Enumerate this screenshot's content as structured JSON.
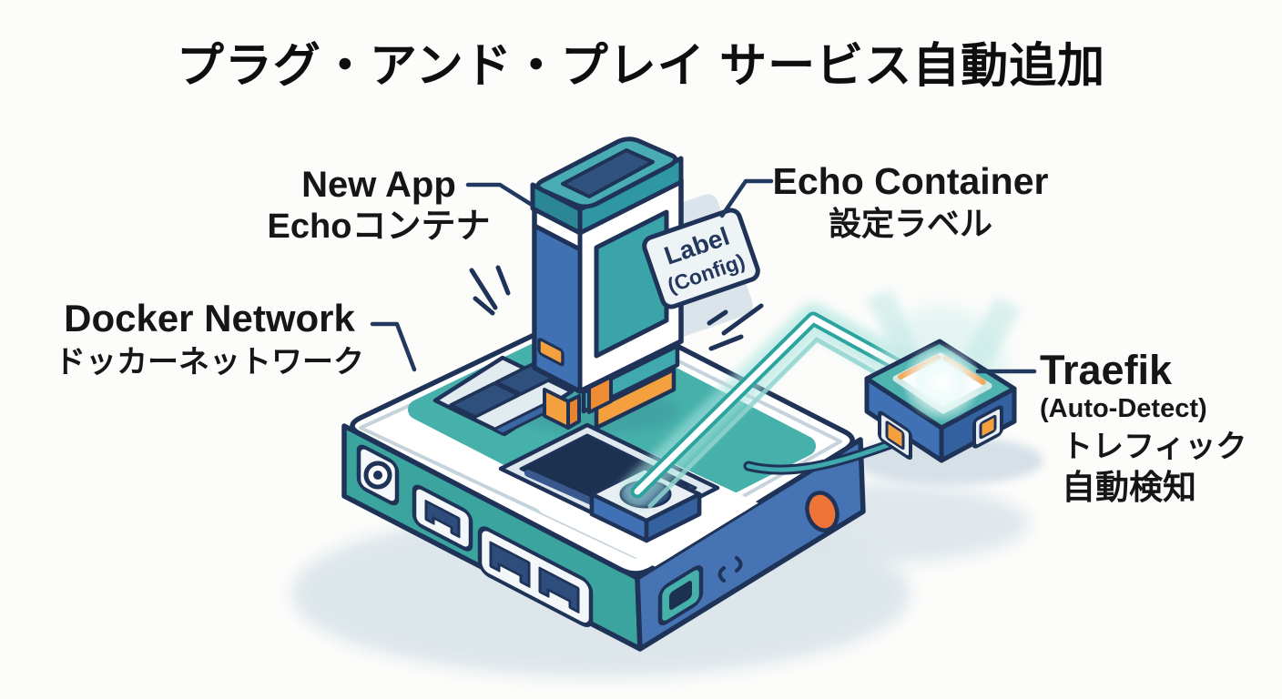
{
  "title": "プラグ・アンド・プレイ サービス自動追加",
  "labels": {
    "new_app": {
      "en": "New App",
      "ja": "Echoコンテナ"
    },
    "echo_container": {
      "en": "Echo Container",
      "ja": "設定ラベル"
    },
    "docker_network": {
      "en": "Docker Network",
      "ja": "ドッカーネットワーク"
    },
    "traefik": {
      "en": "Traefik",
      "sub": "(Auto-Detect)",
      "ja1": "トレフィック",
      "ja2": "自動検知"
    },
    "config_tag": {
      "line1": "Label",
      "line2": "(Config)"
    }
  },
  "colors": {
    "teal_panel": "#46b0ab",
    "teal_dark": "#2a8793",
    "navy_outline": "#1e3357",
    "blue_face": "#4071b4",
    "blue_slot": "#2f4f7d",
    "orange_connector": "#f5a03f",
    "orange_button": "#ef7438",
    "glow_teal": "#2ba39e",
    "shadow_gray": "#d9e3ea",
    "background": "#fcfcfa",
    "text": "#161616"
  }
}
